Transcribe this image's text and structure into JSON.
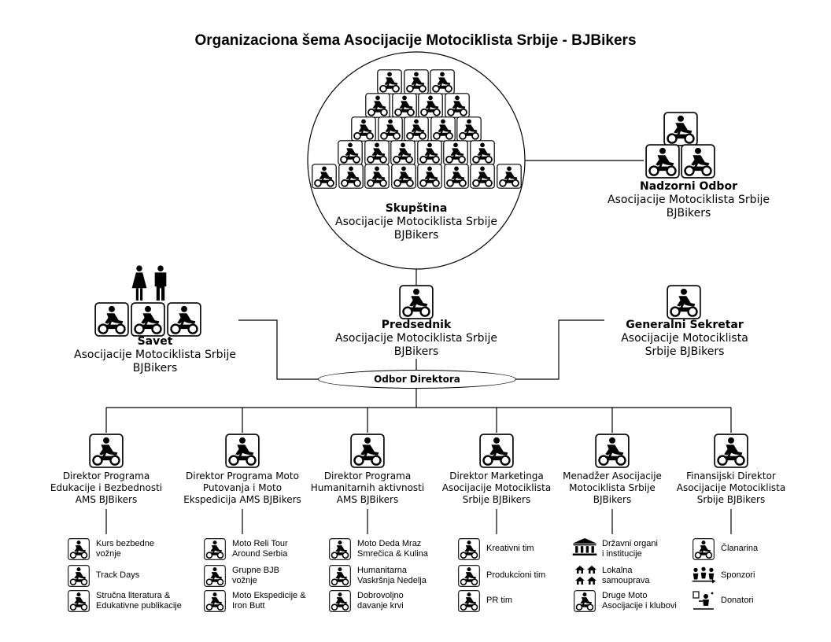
{
  "title": "Organizaciona šema Asocijacije Motociklista Srbije - BJBikers",
  "skupstina": {
    "name": "Skupština",
    "sub1": "Asocijacije Motociklista Srbije",
    "sub2": "BJBikers"
  },
  "nadzorni": {
    "name": "Nadzorni Odbor",
    "sub1": "Asocijacije Motociklista Srbije",
    "sub2": "BJBikers"
  },
  "savet": {
    "name": "Savet",
    "sub1": "Asocijacije Motociklista Srbije",
    "sub2": "BJBikers"
  },
  "predsednik": {
    "name": "Predsednik",
    "sub1": "Asocijacije Motociklista Srbije",
    "sub2": "BJBikers"
  },
  "sekretar": {
    "name": "Generalni Sekretar",
    "sub1": "Asocijacije Motociklista",
    "sub2": "Srbije BJBikers"
  },
  "odbor": {
    "name": "Odbor Direktora"
  },
  "directors": [
    {
      "l1": "Direktor Programa",
      "l2": "Edukacije i Bezbednosti",
      "l3": "AMS BJBikers",
      "items": [
        {
          "a": "Kurs bezbedne",
          "b": "vožnje",
          "icon": "motorcycle-icon"
        },
        {
          "a": "Track Days",
          "b": "",
          "icon": "motorcycle-icon"
        },
        {
          "a": "Stručna literatura &",
          "b": "Edukativne publikacije",
          "icon": "motorcycle-icon"
        }
      ]
    },
    {
      "l1": "Direktor Programa Moto",
      "l2": "Putovanja i Moto",
      "l3": "Ekspedicija AMS BJBikers",
      "items": [
        {
          "a": "Moto Reli Tour",
          "b": "Around Serbia",
          "icon": "motorcycle-icon"
        },
        {
          "a": "Grupne BJB",
          "b": "vožnje",
          "icon": "motorcycle-icon"
        },
        {
          "a": "Moto Ekspedicije &",
          "b": "Iron Butt",
          "icon": "motorcycle-icon"
        }
      ]
    },
    {
      "l1": "Direktor Programa",
      "l2": "Humanitarnih aktivnosti",
      "l3": "AMS BJBikers",
      "items": [
        {
          "a": "Moto Deda Mraz",
          "b": "Smrečica & Kulina",
          "icon": "motorcycle-icon"
        },
        {
          "a": "Humanitarna",
          "b": "Vaskršnja Nedelja",
          "icon": "motorcycle-icon"
        },
        {
          "a": "Dobrovoljno",
          "b": "davanje krvi",
          "icon": "motorcycle-icon"
        }
      ]
    },
    {
      "l1": "Direktor Marketinga",
      "l2": "Asocijacije Motociklista",
      "l3": "Srbije BJBikers",
      "items": [
        {
          "a": "Kreativni tim",
          "b": "",
          "icon": "motorcycle-icon"
        },
        {
          "a": "Produkcioni tim",
          "b": "",
          "icon": "motorcycle-icon"
        },
        {
          "a": "PR tim",
          "b": "",
          "icon": "motorcycle-icon"
        }
      ]
    },
    {
      "l1": "Menadžer Asocijacije",
      "l2": "Motociklista Srbije",
      "l3": "BJBikers",
      "items": [
        {
          "a": "Državni organi",
          "b": "i institucije",
          "icon": "government-building-icon"
        },
        {
          "a": "Lokalna",
          "b": "samouprava",
          "icon": "houses-icon"
        },
        {
          "a": "Druge Moto",
          "b": "Asocijacije i klubovi",
          "icon": "motorcycle-icon"
        }
      ]
    },
    {
      "l1": "Finansijski Direktor",
      "l2": "Asocijacije Motociklista",
      "l3": "Srbije BJBikers",
      "items": [
        {
          "a": "Članarina",
          "b": "",
          "icon": "motorcycle-icon"
        },
        {
          "a": "Sponzori",
          "b": "",
          "icon": "sponsors-icon"
        },
        {
          "a": "Donatori",
          "b": "",
          "icon": "donors-icon"
        }
      ]
    }
  ]
}
